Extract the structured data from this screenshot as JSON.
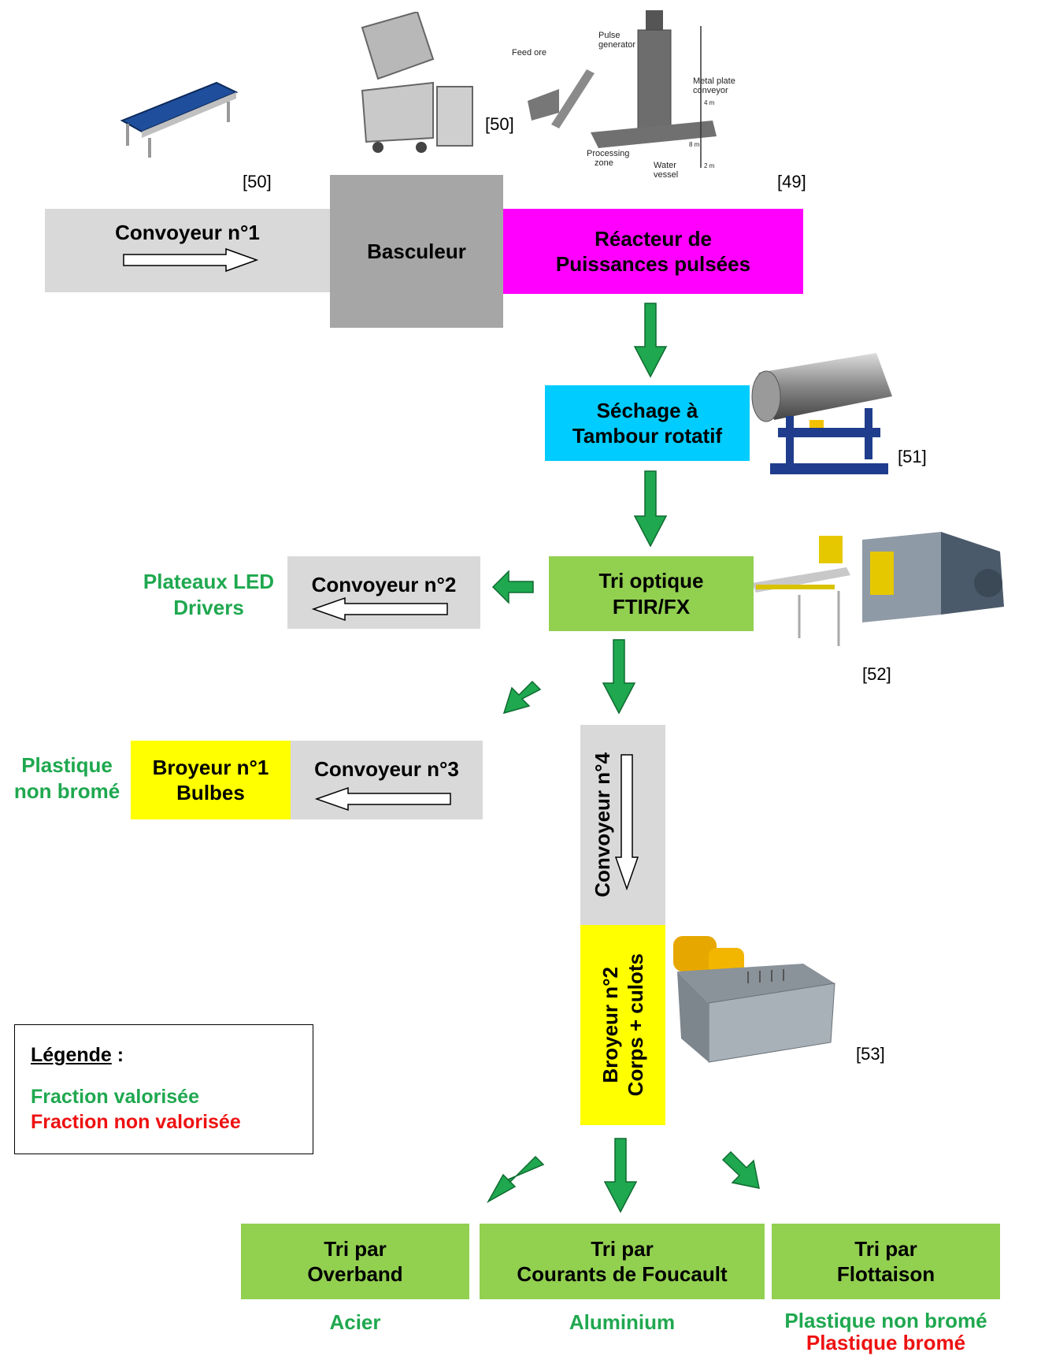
{
  "boxes": {
    "convoyeur1": "Convoyeur n°1",
    "basculeur": "Basculeur",
    "reacteur_l1": "Réacteur de",
    "reacteur_l2": "Puissances pulsées",
    "sechage_l1": "Séchage à",
    "sechage_l2": "Tambour rotatif",
    "tri_optique_l1": "Tri optique",
    "tri_optique_l2": "FTIR/FX",
    "convoyeur2": "Convoyeur n°2",
    "convoyeur3": "Convoyeur n°3",
    "broyeur1_l1": "Broyeur n°1",
    "broyeur1_l2": "Bulbes",
    "convoyeur4": "Convoyeur n°4",
    "broyeur2_l1": "Broyeur n°2",
    "broyeur2_l2": "Corps + culots",
    "overband_l1": "Tri par",
    "overband_l2": "Overband",
    "foucault_l1": "Tri par",
    "foucault_l2": "Courants de Foucault",
    "flottaison_l1": "Tri par",
    "flottaison_l2": "Flottaison"
  },
  "outputs": {
    "plateaux_l1": "Plateaux LED",
    "plateaux_l2": "Drivers",
    "plastique_nb_l1": "Plastique",
    "plastique_nb_l2": "non bromé",
    "acier": "Acier",
    "aluminium": "Aluminium",
    "plastique_non_brome": "Plastique non bromé",
    "plastique_brome": "Plastique bromé"
  },
  "references": {
    "conveyor_ref": "[50]",
    "tipper_ref": "[50]",
    "reactor_ref": "[49]",
    "drum_ref": "[51]",
    "sorter_ref": "[52]",
    "shredder_ref": "[53]"
  },
  "reactor_image_labels": {
    "feed_ore": "Feed ore",
    "pulse_l1": "Pulse",
    "pulse_l2": "generator",
    "metal_l1": "Metal plate",
    "metal_l2": "conveyor",
    "processing_l1": "Processing",
    "processing_l2": "zone",
    "water_l1": "Water",
    "water_l2": "vessel",
    "dim_4m": "4 m",
    "dim_8m": "8 m",
    "dim_2m": "2 m"
  },
  "legend": {
    "title": "Légende",
    "colon": " :",
    "valorised": "Fraction valorisée",
    "non_valorised": "Fraction non valorisée"
  },
  "colors": {
    "valorised": "#1fa84f",
    "non_valorised": "#ee1111",
    "arrow": "#1fa84f",
    "reactor": "#ff00ff",
    "dryer": "#00ccff",
    "sorting": "#92d050",
    "crusher": "#ffff00",
    "conveyor": "#d9d9d9",
    "tipper": "#a6a6a6"
  }
}
